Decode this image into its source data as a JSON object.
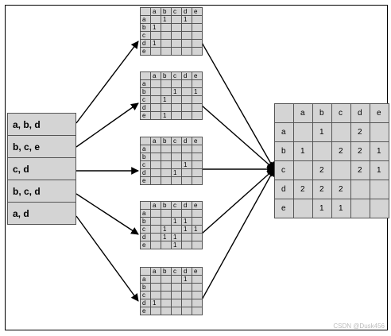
{
  "transactions": [
    "a, b, d",
    "b, c, e",
    "c, d",
    "b, c, d",
    "a, d"
  ],
  "labels": [
    "a",
    "b",
    "c",
    "d",
    "e"
  ],
  "mini_matrices": [
    [
      [
        "",
        "1",
        "",
        "1",
        ""
      ],
      [
        "1",
        "",
        "",
        "",
        ""
      ],
      [
        "",
        "",
        "",
        "",
        ""
      ],
      [
        "1",
        "",
        "",
        "",
        ""
      ],
      [
        "",
        "",
        "",
        "",
        ""
      ]
    ],
    [
      [
        "",
        "",
        "",
        "",
        ""
      ],
      [
        "",
        "",
        "1",
        "",
        "1"
      ],
      [
        "",
        "1",
        "",
        "",
        ""
      ],
      [
        "",
        "",
        "",
        "",
        ""
      ],
      [
        "",
        "1",
        "",
        "",
        ""
      ]
    ],
    [
      [
        "",
        "",
        "",
        "",
        ""
      ],
      [
        "",
        "",
        "",
        "",
        ""
      ],
      [
        "",
        "",
        "",
        "1",
        ""
      ],
      [
        "",
        "",
        "1",
        "",
        ""
      ],
      [
        "",
        "",
        "",
        "",
        ""
      ]
    ],
    [
      [
        "",
        "",
        "",
        "",
        ""
      ],
      [
        "",
        "",
        "1",
        "1",
        ""
      ],
      [
        "",
        "1",
        "",
        "1",
        "1"
      ],
      [
        "",
        "1",
        "1",
        "",
        ""
      ],
      [
        "",
        "",
        "1",
        "",
        ""
      ]
    ],
    [
      [
        "",
        "",
        "",
        "1",
        ""
      ],
      [
        "",
        "",
        "",
        "",
        ""
      ],
      [
        "",
        "",
        "",
        "",
        ""
      ],
      [
        "1",
        "",
        "",
        "",
        ""
      ],
      [
        "",
        "",
        "",
        "",
        ""
      ]
    ]
  ],
  "result_matrix": [
    [
      "",
      "1",
      "",
      "2",
      ""
    ],
    [
      "1",
      "",
      "2",
      "2",
      "1"
    ],
    [
      "",
      "2",
      "",
      "2",
      "1"
    ],
    [
      "2",
      "2",
      "2",
      "",
      ""
    ],
    [
      "",
      "1",
      "1",
      "",
      ""
    ]
  ],
  "watermark": "CSDN @Dusk456"
}
